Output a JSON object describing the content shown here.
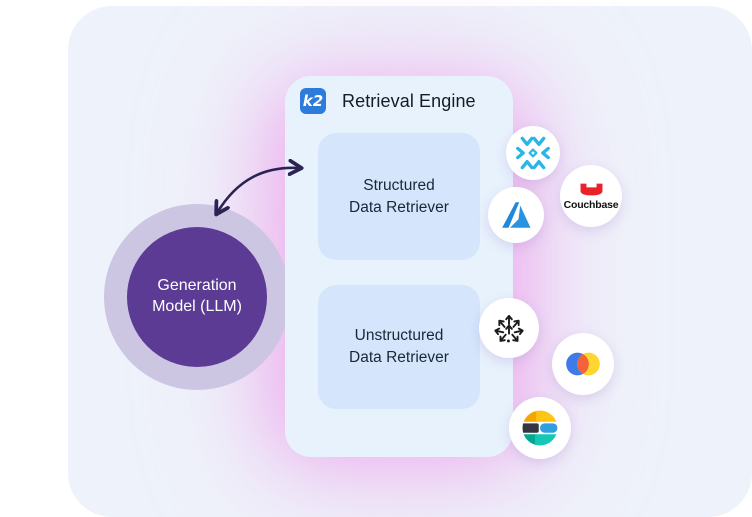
{
  "generation_model": {
    "line1": "Generation",
    "line2": "Model (LLM)"
  },
  "retrieval_engine": {
    "logo_text": "k2",
    "title": "Retrieval Engine",
    "retrievers": [
      {
        "line1": "Structured",
        "line2": "Data Retriever"
      },
      {
        "line1": "Unstructured",
        "line2": "Data Retriever"
      }
    ]
  },
  "connectors": [
    {
      "name": "snowflake"
    },
    {
      "name": "couchbase",
      "label": "Couchbase"
    },
    {
      "name": "azure"
    },
    {
      "name": "pinecone"
    },
    {
      "name": "chroma"
    },
    {
      "name": "elastic"
    }
  ],
  "colors": {
    "canvas_bg": "#ffffff",
    "panel_bg": "#eef2fa",
    "glow_pink": "#eda4ec",
    "retrieval_card_bg": "#e8f2fd",
    "retriever_box_bg": "#d5e6fc",
    "k2_blue": "#2e7cd9",
    "generation_inner": "#5c3b94",
    "generation_ring": "#cdc6e2",
    "arrow": "#2b2353",
    "snowflake_blue": "#29b5e8",
    "couchbase_red": "#ea2328",
    "azure_blue": "#1f88d9",
    "pinecone_black": "#1c1c1c",
    "chroma_blue": "#3e7be8",
    "chroma_yellow": "#ffd52f",
    "chroma_red": "#f4623a",
    "elastic_yellow": "#fec514",
    "elastic_orange": "#f5a700",
    "elastic_dark": "#343741",
    "elastic_blue": "#2f9fe0",
    "elastic_teal": "#16c7b5",
    "elastic_green": "#00a98f",
    "text_dark": "#131c29",
    "text_white": "#ffffff"
  }
}
